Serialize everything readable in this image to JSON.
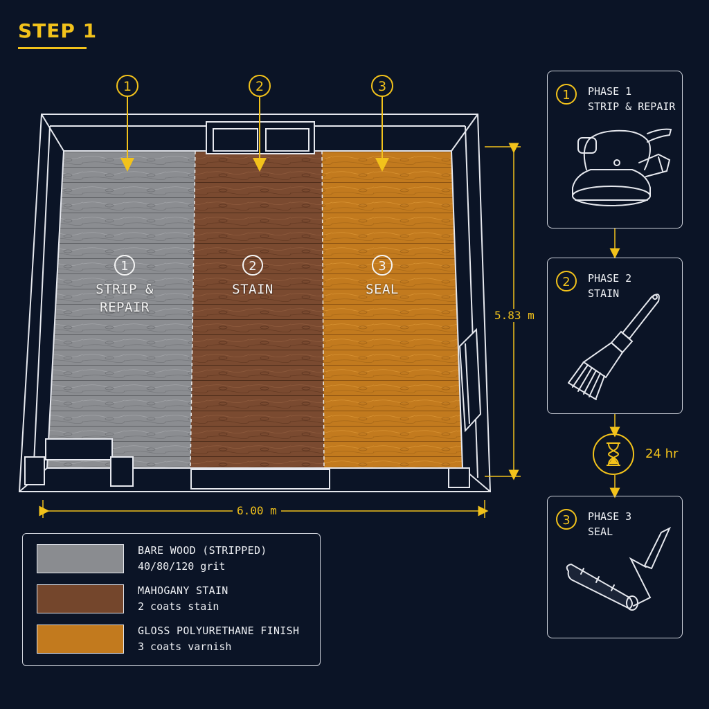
{
  "step": {
    "title": "STEP 1"
  },
  "plan": {
    "markers": [
      "1",
      "2",
      "3"
    ],
    "zones": [
      {
        "num": "1",
        "label_line1": "STRIP &",
        "label_line2": "REPAIR",
        "color": "#8b8d91"
      },
      {
        "num": "2",
        "label_line1": "STAIN",
        "label_line2": "",
        "color": "#7a4a30"
      },
      {
        "num": "3",
        "label_line1": "SEAL",
        "label_line2": "",
        "color": "#c27a1e"
      }
    ],
    "width_label": "6.00 m",
    "depth_label": "5.83 m"
  },
  "legend": {
    "items": [
      {
        "title": "BARE WOOD (STRIPPED)",
        "sub": "40/80/120 grit",
        "color": "#8a8c90"
      },
      {
        "title": "MAHOGANY STAIN",
        "sub": "2 coats stain",
        "color": "#74462c"
      },
      {
        "title": "GLOSS POLYURETHANE FINISH",
        "sub": "3 coats varnish",
        "color": "#c27a1e"
      }
    ]
  },
  "phases": [
    {
      "num": "1",
      "title": "PHASE 1",
      "sub": "STRIP & REPAIR",
      "icon": "orbital-sander-icon"
    },
    {
      "num": "2",
      "title": "PHASE 2",
      "sub": "STAIN",
      "icon": "paintbrush-icon"
    },
    {
      "num": "3",
      "title": "PHASE 3",
      "sub": "SEAL",
      "icon": "paint-roller-icon"
    }
  ],
  "wait": {
    "label": "24 hr",
    "icon": "hourglass-icon"
  },
  "colors": {
    "accent": "#f2c21b",
    "background": "#0b1426",
    "line": "#e6e8ee"
  }
}
